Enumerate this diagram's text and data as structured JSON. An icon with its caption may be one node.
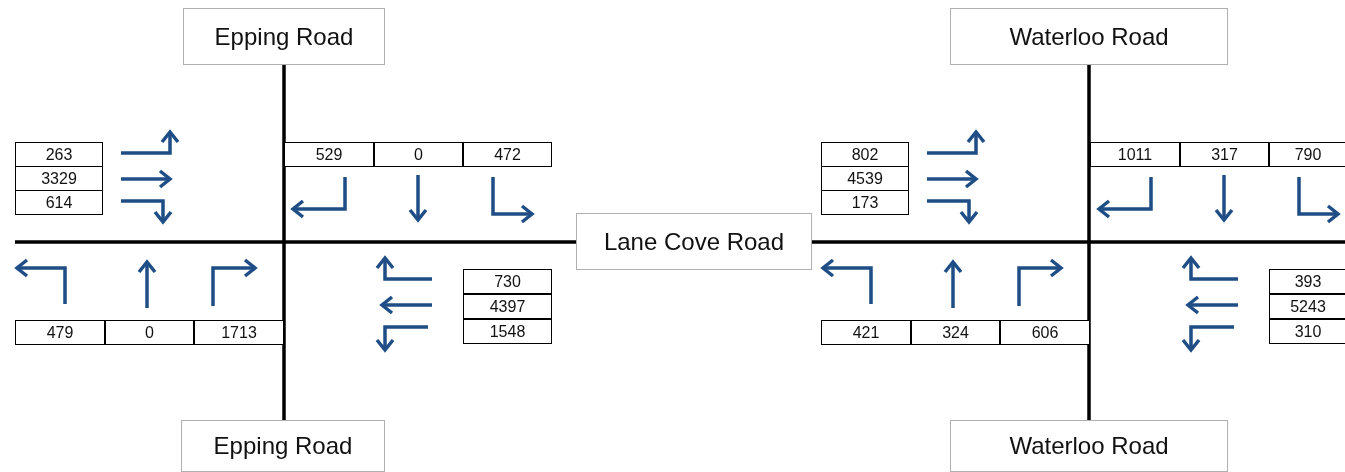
{
  "diagram": {
    "nodes": [
      {
        "text": [
          "Epping Road"
        ]
      },
      {
        "text": [
          "Waterloo Road"
        ]
      },
      {
        "text": [
          "Lane Cove Road"
        ]
      },
      {
        "text": [
          "Epping Road"
        ]
      },
      {
        "text": [
          "Waterloo Road"
        ]
      }
    ],
    "edges": [
      {
        "from": 0,
        "to": 3,
        "arrow": "none"
      },
      {
        "from": null,
        "to": 2,
        "arrow": "none"
      },
      {
        "from": 1,
        "to": 4,
        "arrow": "none"
      },
      {
        "from": 2,
        "to": null,
        "arrow": "none"
      }
    ],
    "labels": [
      "263",
      "3329",
      "614",
      "529",
      "0",
      "472",
      "479",
      "0",
      "1713",
      "730",
      "4397",
      "1548",
      "802",
      "4539",
      "173",
      "1011",
      "317",
      "790",
      "421",
      "324",
      "606",
      "393",
      "5243",
      "310"
    ]
  }
}
